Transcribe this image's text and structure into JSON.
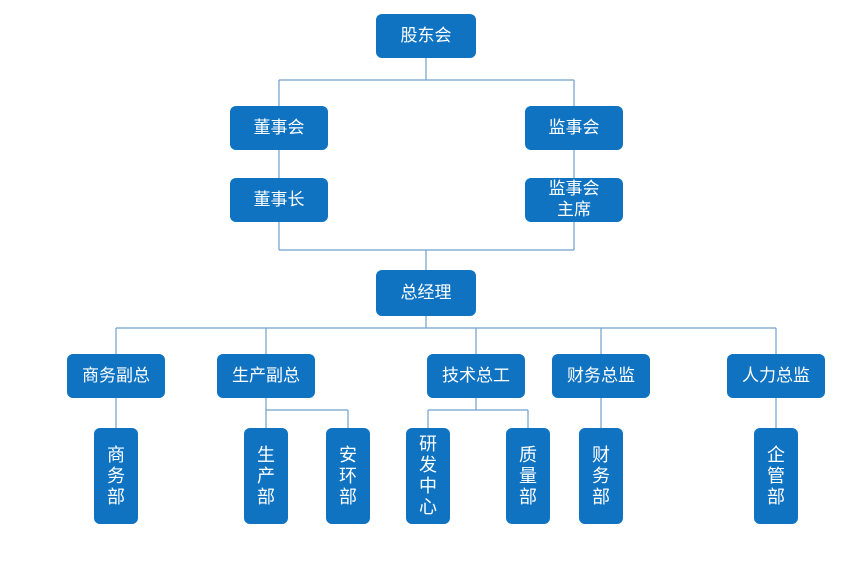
{
  "colors": {
    "box": "#0f73c2",
    "line": "#6fa0cc",
    "text": "#ffffff"
  },
  "nodes": {
    "shareholders": "股东会",
    "board": "董事会",
    "supervisory_board": "监事会",
    "chairman": "董事长",
    "supervisory_chair": "监事会\n主席",
    "general_manager": "总经理",
    "vp_business": "商务副总",
    "vp_production": "生产副总",
    "chief_engineer": "技术总工",
    "finance_director": "财务总监",
    "hr_director": "人力总监",
    "dept_business": "商\n务\n部",
    "dept_production": "生\n产\n部",
    "dept_safety_env": "安\n环\n部",
    "dept_rnd": "研\n发\n中\n心",
    "dept_quality": "质\n量\n部",
    "dept_finance": "财\n务\n部",
    "dept_enterprise_mgmt": "企\n管\n部"
  }
}
